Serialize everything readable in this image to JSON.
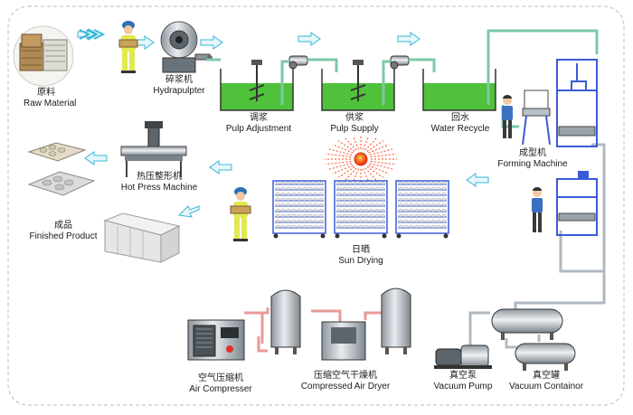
{
  "labels": {
    "raw_material": {
      "cn": "原料",
      "en": "Raw Material"
    },
    "hydrapulpter": {
      "cn": "碎浆机",
      "en": "Hydrapulpter"
    },
    "pulp_adjustment": {
      "cn": "调浆",
      "en": "Pulp Adjustment"
    },
    "pulp_supply": {
      "cn": "供浆",
      "en": "Pulp Supply"
    },
    "water_recycle": {
      "cn": "回水",
      "en": "Water Recycle"
    },
    "forming_machine": {
      "cn": "成型机",
      "en": "Forming Machine"
    },
    "hot_press": {
      "cn": "热压整形机",
      "en": "Hot Press Machine"
    },
    "finished_product": {
      "cn": "成品",
      "en": "Finished Product"
    },
    "sun_drying": {
      "cn": "日晒",
      "en": "Sun  Drying"
    },
    "air_compresser": {
      "cn": "空气压缩机",
      "en": "Air Compresser"
    },
    "air_dryer": {
      "cn": "压缩空气干燥机",
      "en": "Compressed Air Dryer"
    },
    "vacuum_pump": {
      "cn": "真空泵",
      "en": "Vacuum Pump"
    },
    "vacuum_container": {
      "cn": "真空罐",
      "en": "Vacuum Containor"
    }
  },
  "colors": {
    "arrow_fill": "#e6f7fb",
    "arrow_stroke": "#39b7d4",
    "water": "#4fc13a",
    "water_pipe": "#7cc8a8",
    "air_pipe": "#e89a9a",
    "vacuum_pipe": "#b0b8c0",
    "frame": "#3b5bd6",
    "steel": "#b9c0c8",
    "sun": "#ff4a1a"
  }
}
